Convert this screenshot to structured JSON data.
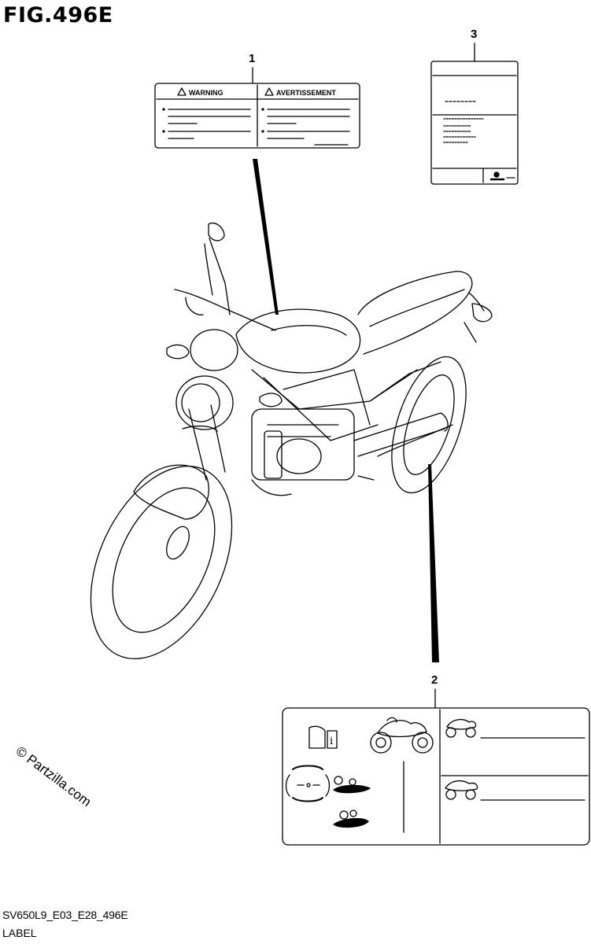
{
  "figure": {
    "title": "FIG.496E",
    "code": "SV650L9_E03_E28_496E",
    "name": "LABEL"
  },
  "watermark": "© Partzilla.com",
  "callouts": [
    {
      "number": "1"
    },
    {
      "number": "2"
    },
    {
      "number": "3"
    }
  ],
  "label1": {
    "heading_left": "WARNING",
    "heading_right": "AVERTISSEMENT"
  }
}
